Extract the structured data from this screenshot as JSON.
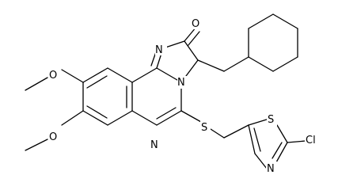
{
  "atoms": {
    "o_carbonyl": "O",
    "n_imidazole": "N",
    "n_bridge": "N",
    "n_ring": "N",
    "s_thioether": "S",
    "s_thiazole": "S",
    "cl": "Cl",
    "n_thiazole": "N",
    "o_methoxy_upper": "O",
    "o_methoxy_lower": "O"
  }
}
